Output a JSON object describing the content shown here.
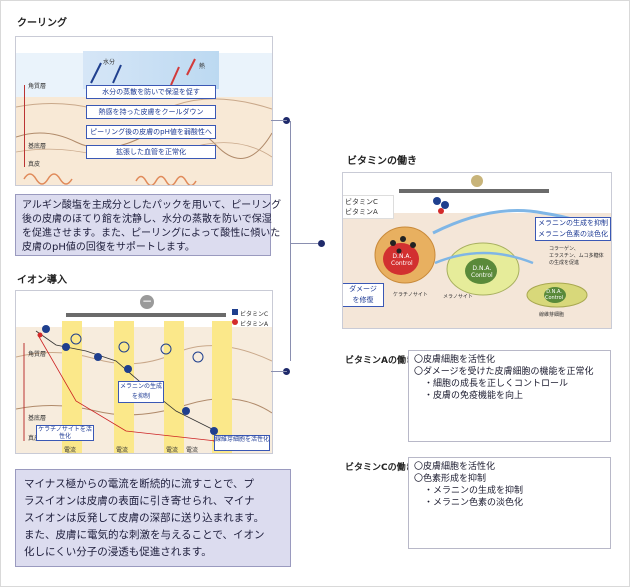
{
  "cooling": {
    "title": "クーリング",
    "labels": [
      "水分",
      "熱"
    ],
    "layers": [
      "角質層",
      "基底層",
      "真皮"
    ],
    "benefits": [
      "水分の蒸散を防いで保湿を促す",
      "熱感を持った皮膚をクールダウン",
      "ピーリング後の皮膚のpH値を弱酸性へ",
      "拡張した血管を正常化"
    ],
    "description": [
      "アルギン酸塩を主成分としたパックを用いて、ピーリング",
      "後の皮膚のほてり館を沈静し、水分の蒸散を防いで保湿",
      "を促進させます。また、ピーリングによって酸性に傾いた",
      "皮膚のpH値の回復をサポートします。"
    ]
  },
  "ion": {
    "title": "イオン導入",
    "legend": [
      "ビタミンC",
      "ビタミンA"
    ],
    "layers": [
      "角質層",
      "基底層",
      "真皮"
    ],
    "labels": [
      "メラニンの生成を抑制",
      "ケラチノサイトを活性化",
      "線維芽細胞を活性化"
    ],
    "current": [
      "電流",
      "電流",
      "電流",
      "電流"
    ],
    "description": [
      "マイナス極からの電流を断続的に流すことで、プ",
      "ラスイオンは皮膚の表面に引き寄せられ、マイナ",
      "スイオンは反発して皮膚の深部に送り込まれます。",
      "また、皮膚に電気的な刺激を与えることで、イオン",
      "化しにくい分子の浸透も促進されます。"
    ]
  },
  "vitamin": {
    "title": "ビタミンの働き",
    "legend": [
      "ビタミンC",
      "ビタミンA"
    ],
    "labels": {
      "melanin": "メラニンの生成を抑制\nメラニン色素の淡色化",
      "collagen": "コラーゲン、\nエラスチン、ムコ多糖体\nの生成を促進",
      "damage": "ダメージ\nを修復",
      "keratinocyte": "ケラチノサイト",
      "melanocyte": "メラノサイト",
      "fibroblast": "線維芽細胞",
      "dna": "D.N.A.\nControl"
    },
    "vitamin_a_title": "ビタミンAの働き",
    "vitamin_a": [
      "〇皮膚細胞を活性化",
      "〇ダメージを受けた皮膚細胞の機能を正常化",
      "・細胞の成長を正しくコントロール",
      "・皮膚の免疫機能を向上"
    ],
    "vitamin_c_title": "ビタミンCの働き",
    "vitamin_c": [
      "〇皮膚細胞を活性化",
      "〇色素形成を抑制",
      "・メラニンの生成を抑制",
      "・メラニン色素の淡色化"
    ]
  }
}
